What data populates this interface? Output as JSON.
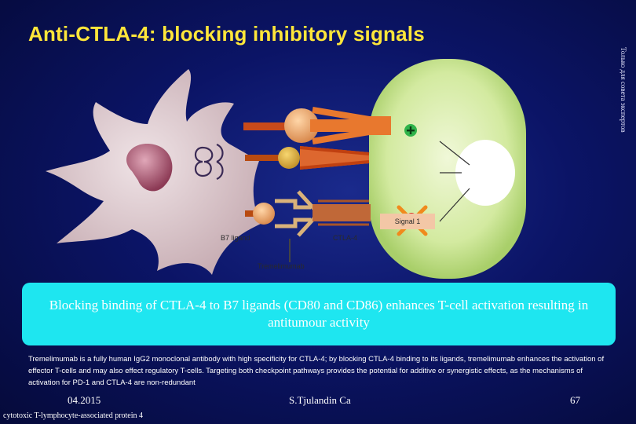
{
  "slide": {
    "title": "Anti-CTLA-4: blocking inhibitory signals",
    "side_note": "Только для совета экспертов",
    "callout": "Blocking binding of CTLA-4 to B7 ligands (CD80 and CD86) enhances T-cell activation resulting in antitumour activity",
    "description": "Tremelimumab is a fully human IgG2 monoclonal antibody with high specificity for CTLA-4; by blocking CTLA-4 binding to its ligands, tremelimumab enhances the activation of effector T-cells and may also effect regulatory T-cells. Targeting both checkpoint pathways provides the potential for additive or synergistic effects, as the mechanisms of activation for PD-1 and CTLA-4 are non-redundant",
    "footer": {
      "date": "04.2015",
      "author": "S.Tjulandin Ca",
      "page": "67",
      "footnote": "cytotoxic T-lymphocyte-associated protein 4"
    }
  },
  "diagram": {
    "signal1_label": "Signal 1",
    "plus_symbol": "+",
    "labels": [
      "B7 ligand",
      "CTLA-4",
      "Tremelimumab"
    ]
  },
  "colors": {
    "title": "#ffe63a",
    "callout_bg": "#1ee6f0",
    "cell_green": "#c9e58a",
    "dendritic": "#d9c3c8",
    "plus": "#2fb34a",
    "block_x": "#f08a1c"
  }
}
